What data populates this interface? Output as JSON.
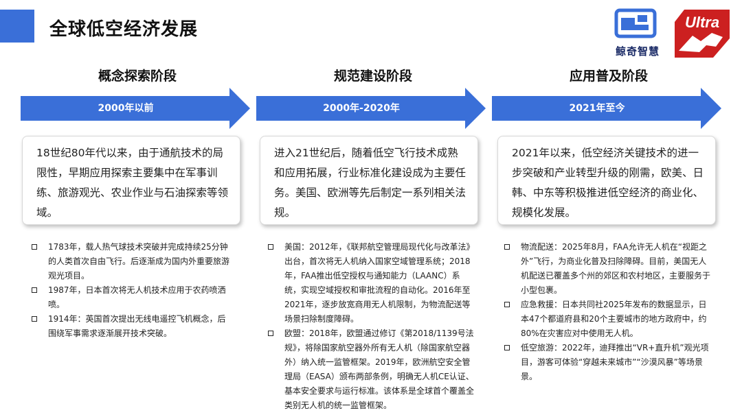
{
  "header": {
    "title": "全球低空经济发展",
    "logo_jq_name": "鲸奇智慧",
    "logo_ultra_text": "Ultra"
  },
  "colors": {
    "accent": "#3a6fd8",
    "logo_red": "#cc2020",
    "logo_navy": "#1a2a66"
  },
  "stages": [
    {
      "title": "概念探索阶段",
      "period": "2000年以前",
      "summary": "18世纪80年代以来，由于通航技术的局限性，早期应用探索主要集中在军事训练、旅游观光、农业作业与石油探索等领域。",
      "bullets": [
        "1783年，载人热气球技术突破并完成持续25分钟的人类首次自由飞行。后逐渐成为国内外重要旅游观光项目。",
        "1987年，日本首次将无人机技术应用于农药喷洒喷。",
        "1914年：英国首次提出无线电遥控飞机概念，后围绕军事需求逐渐展开技术突破。"
      ]
    },
    {
      "title": "规范建设阶段",
      "period": "2000年-2020年",
      "summary": "进入21世纪后，随着低空飞行技术成熟和应用拓展，行业标准化建设成为主要任务。美国、欧洲等先后制定一系列相关法规。",
      "bullets": [
        "美国：2012年，《联邦航空管理局现代化与改革法》出台，首次将无人机纳入国家空域管理系统；2018年，FAA推出低空授权与通知能力（LAANC）系统，实现空域授权和审批流程的自动化。2016年至2021年，逐步放宽商用无人机限制，为物流配送等场景扫除制度障碍。",
        "欧盟：2018年，欧盟通过修订《第2018/1139号法规》，将除国家航空器外所有无人机（除国家航空器外）纳入统一监管框架。2019年，欧洲航空安全管理局（EASA）颁布两部条例，明确无人机CE认证、基本安全要求与运行标准。该体系是全球首个覆盖全类别无人机的统一监管框架。"
      ]
    },
    {
      "title": "应用普及阶段",
      "period": "2021年至今",
      "summary": "2021年以来，低空经济关键技术的进一步突破和产业转型升级的刚需，欧美、日韩、中东等积极推进低空经济的商业化、规模化发展。",
      "bullets": [
        "物流配送：2025年8月，FAA允许无人机在“视距之外”飞行，为商业化普及扫除障碍。目前，美国无人机配送已覆盖多个州的郊区和农村地区，主要服务于小型包裹。",
        "应急救援：日本共同社2025年发布的数据显示，日本47个都道府县和20个主要城市的地方政府中，约80%在灾害应对中使用无人机。",
        "低空旅游：2022年，迪拜推出“VR+直升机”观光项目，游客可体验“穿越未来城市”“沙漠风暴”等场景景。"
      ]
    }
  ]
}
